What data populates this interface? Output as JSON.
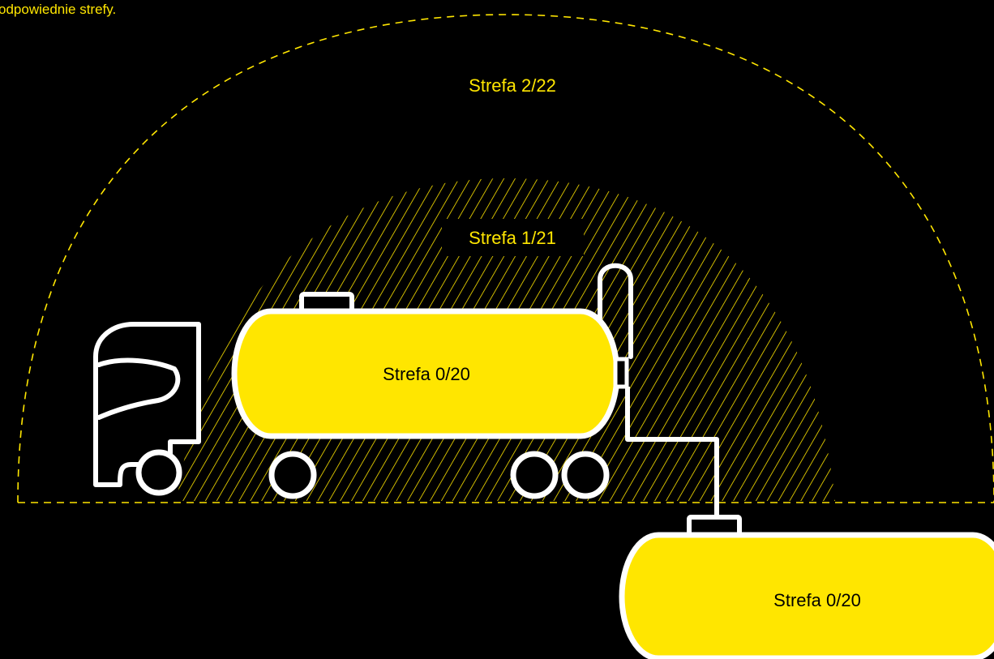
{
  "caption": "odpowiednie strefy.",
  "zones": {
    "outer_label": "Strefa 2/22",
    "middle_label": "Strefa 1/21",
    "truck_tank_label": "Strefa 0/20",
    "ground_tank_label": "Strefa 0/20"
  },
  "colors": {
    "background": "#000000",
    "accent": "#ffe600",
    "outline": "#ffffff",
    "tank_fill": "#ffe600"
  }
}
